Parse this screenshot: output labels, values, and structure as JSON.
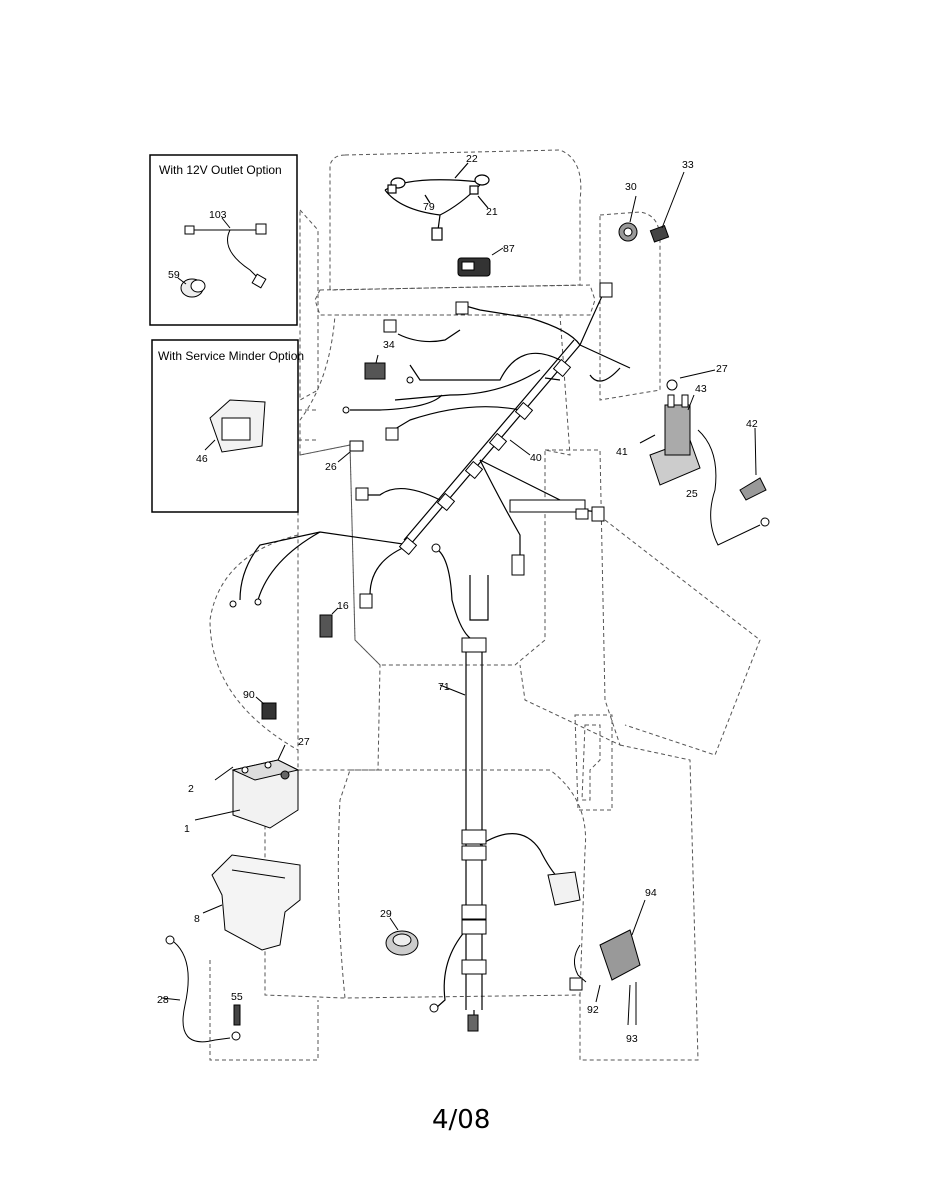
{
  "inset_12v": {
    "title": "With 12V Outlet Option",
    "callouts": [
      "103",
      "59"
    ]
  },
  "inset_service_minder": {
    "title": "With Service Minder Option",
    "callouts": [
      "34",
      "46"
    ]
  },
  "callouts": {
    "c22": "22",
    "c79": "79",
    "c21": "21",
    "c87": "87",
    "c33": "33",
    "c30": "30",
    "c27a": "27",
    "c43": "43",
    "c42": "42",
    "c41": "41",
    "c25": "25",
    "c26": "26",
    "c40": "40",
    "c16": "16",
    "c71": "71",
    "c90": "90",
    "c27b": "27",
    "c2": "2",
    "c1": "1",
    "c8": "8",
    "c29": "29",
    "c28": "28",
    "c55": "55",
    "c94": "94",
    "c92": "92",
    "c93": "93"
  },
  "footer": {
    "date": "4/08"
  }
}
